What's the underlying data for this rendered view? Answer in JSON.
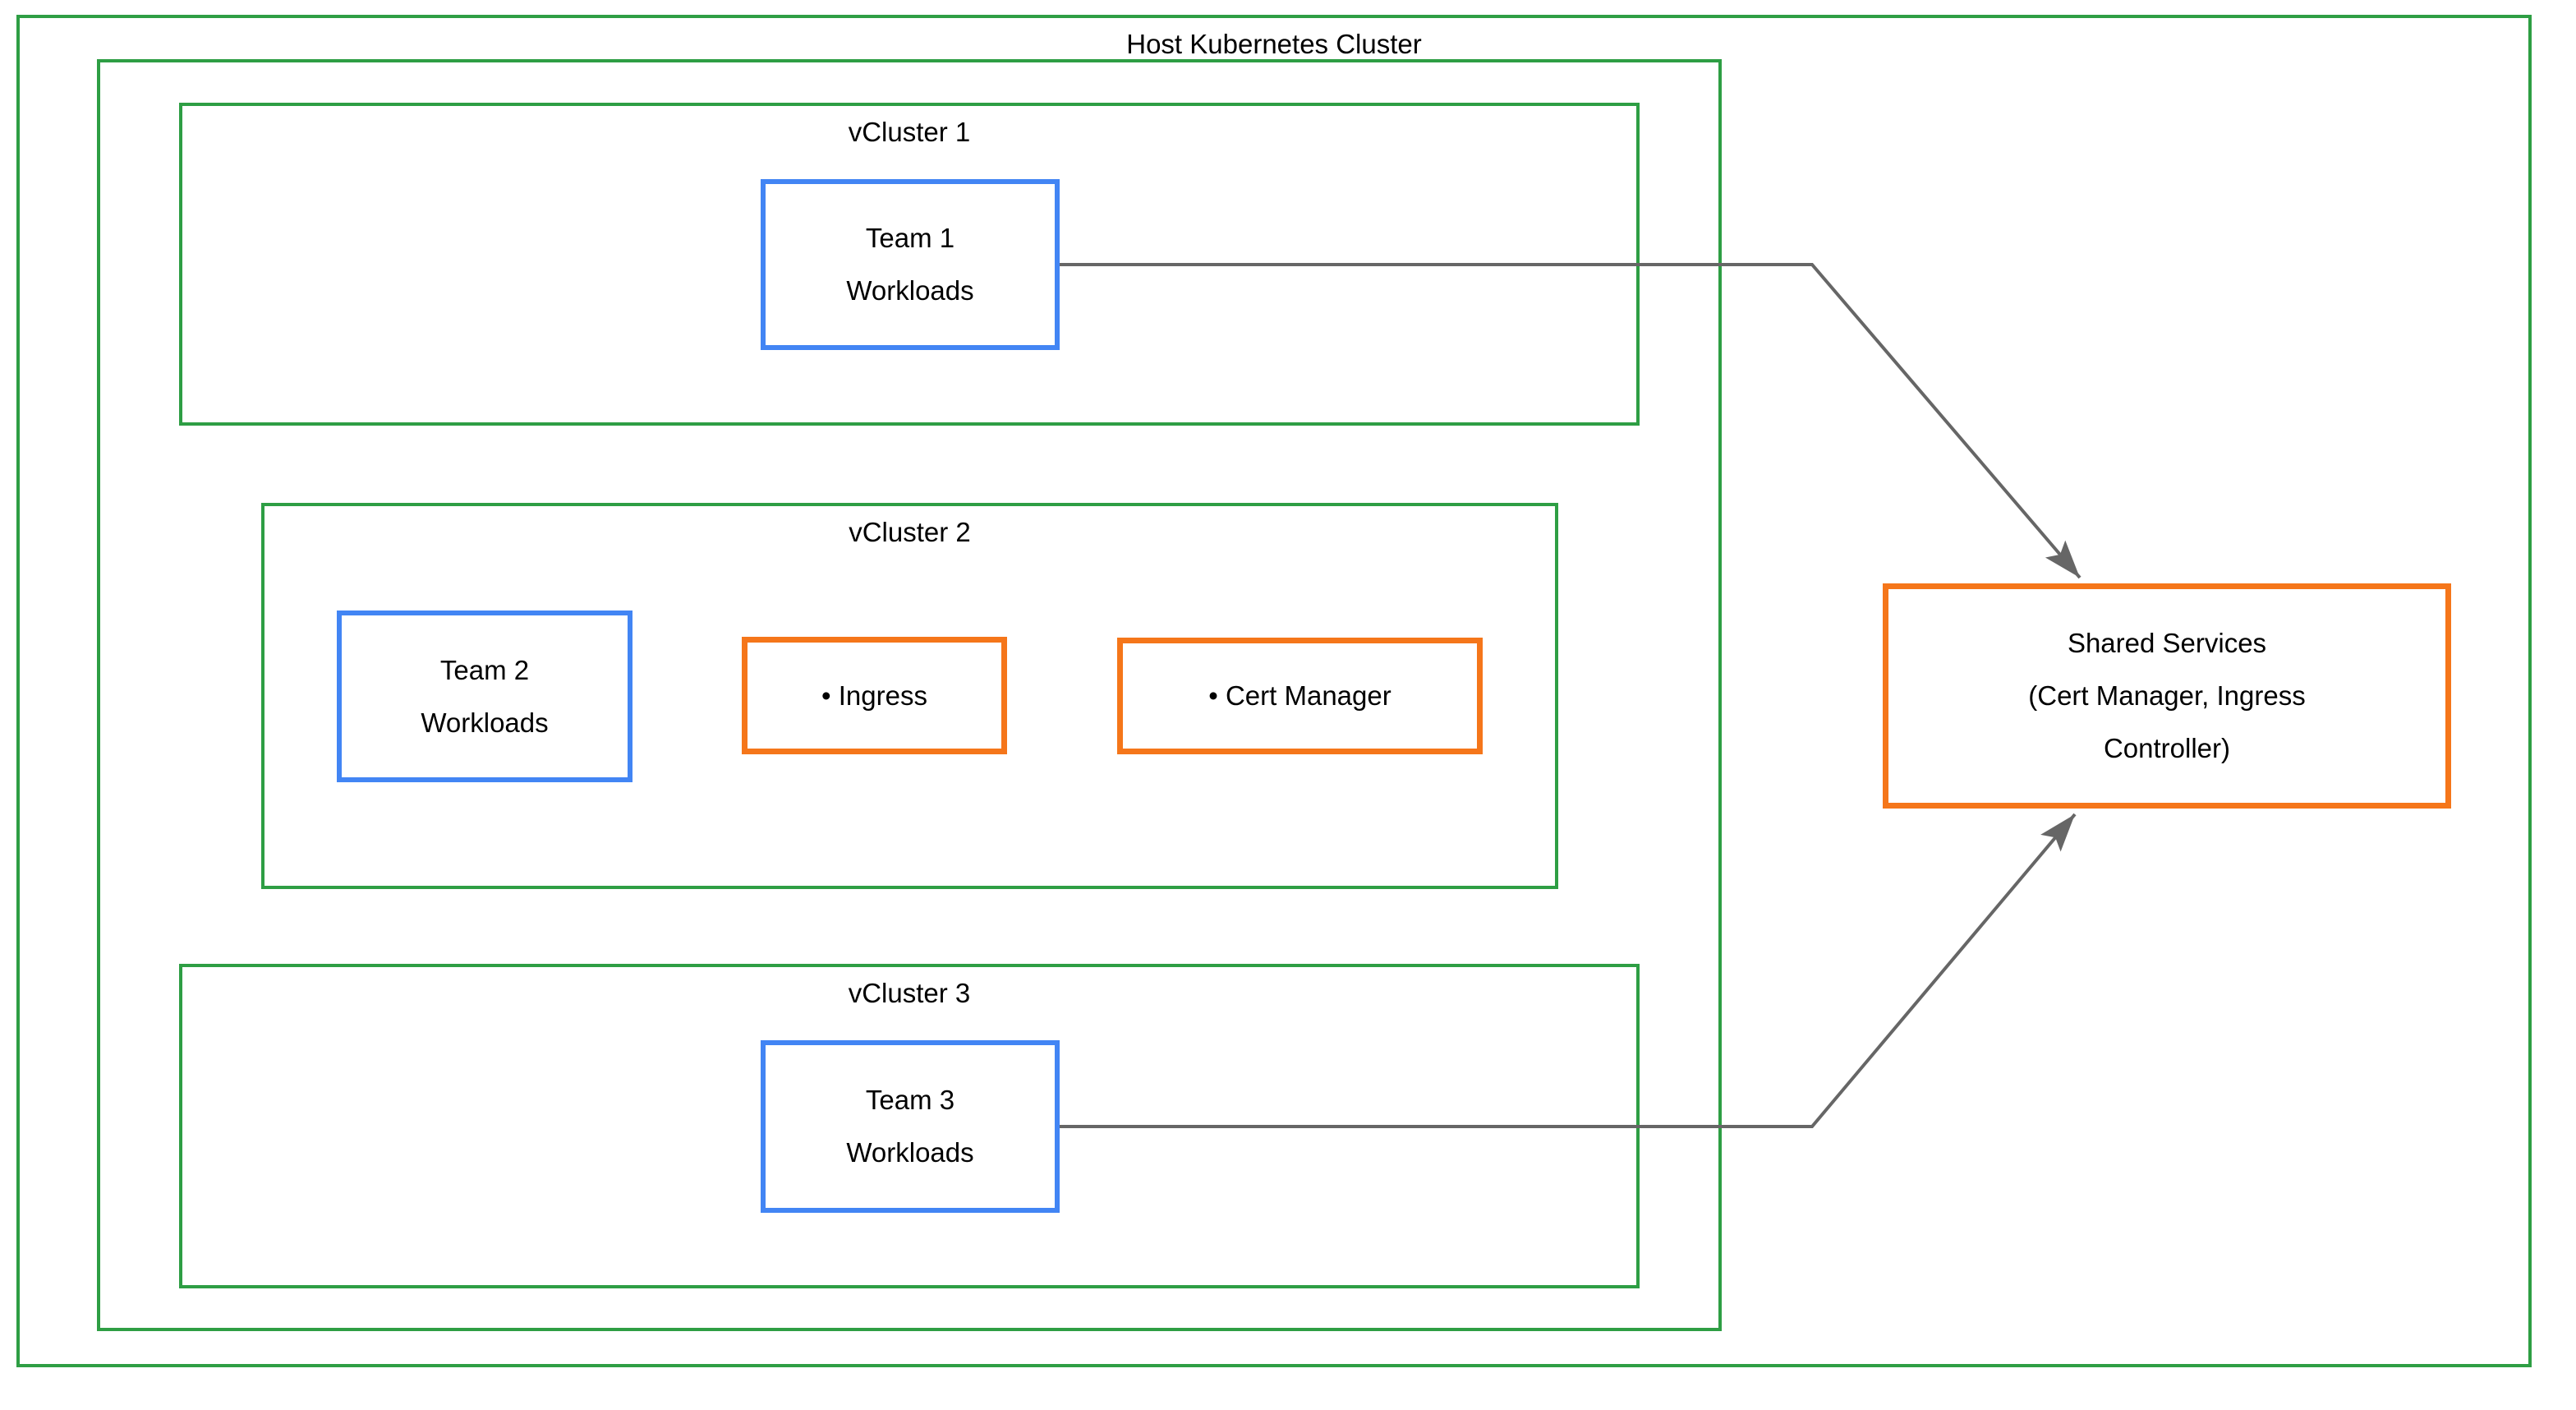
{
  "colors": {
    "container_green": "#2e9e44",
    "workload_blue": "#4285f4",
    "service_orange": "#f5761a",
    "connector_gray": "#666666",
    "text_color": "#000000"
  },
  "host_cluster": {
    "title": "Host Kubernetes Cluster"
  },
  "vclusters": [
    {
      "title": "vCluster 1",
      "workload_lines": [
        "Team 1",
        "Workloads"
      ]
    },
    {
      "title": "vCluster 2",
      "workload_lines": [
        "Team 2",
        "Workloads"
      ],
      "services": [
        {
          "label": "• Ingress"
        },
        {
          "label": "• Cert Manager"
        }
      ]
    },
    {
      "title": "vCluster 3",
      "workload_lines": [
        "Team 3",
        "Workloads"
      ]
    }
  ],
  "shared_services": {
    "lines": [
      "Shared Services",
      "(Cert Manager, Ingress",
      "Controller)"
    ]
  }
}
